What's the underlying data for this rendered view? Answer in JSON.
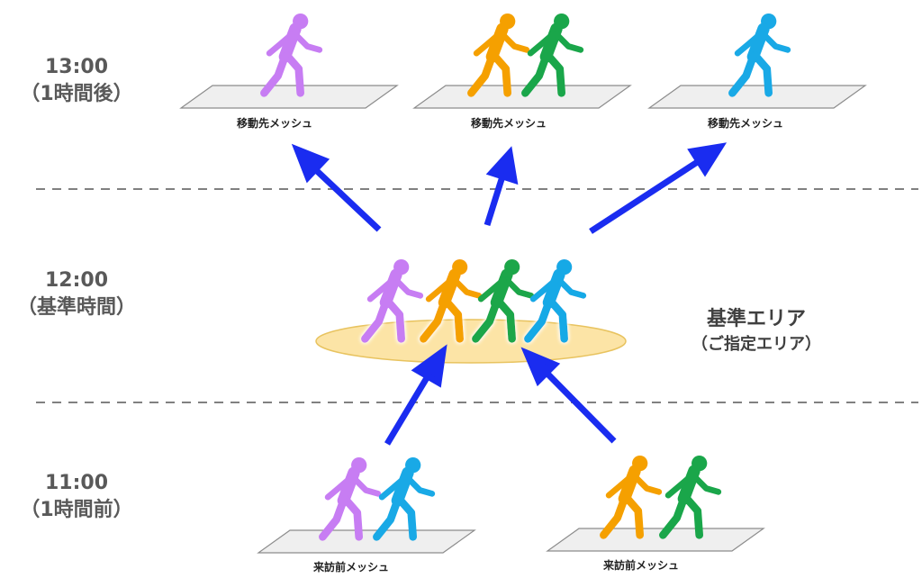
{
  "time_rows": [
    {
      "time": "13:00",
      "note": "（1時間後）"
    },
    {
      "time": "12:00",
      "note": "（基準時間）"
    },
    {
      "time": "11:00",
      "note": "（1時間前）"
    }
  ],
  "destination_meshes": [
    {
      "label": "移動先メッシュ",
      "people": [
        "purple"
      ]
    },
    {
      "label": "移動先メッシュ",
      "people": [
        "orange",
        "green"
      ]
    },
    {
      "label": "移動先メッシュ",
      "people": [
        "blue"
      ]
    }
  ],
  "origin_meshes": [
    {
      "label": "来訪前メッシュ",
      "people": [
        "purple",
        "blue"
      ]
    },
    {
      "label": "来訪前メッシュ",
      "people": [
        "orange",
        "green"
      ]
    }
  ],
  "reference_area": {
    "title": "基準エリア",
    "subtitle": "（ご指定エリア）",
    "people": [
      "purple",
      "orange",
      "green",
      "blue"
    ]
  },
  "colors": {
    "purple": "#c77df3",
    "orange": "#f5a000",
    "green": "#1aa64a",
    "blue": "#19a9e6",
    "arrow": "#1a2cf0",
    "ellipse_fill": "#fce4a6",
    "ellipse_stroke": "#e8c35f",
    "mesh_fill": "#efefef",
    "mesh_stroke": "#8c8c8c",
    "divider": "#808080"
  }
}
